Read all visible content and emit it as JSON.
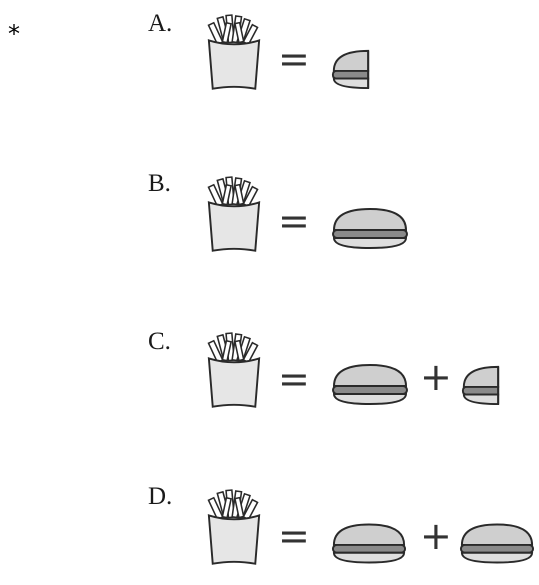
{
  "header": {
    "marker": "*"
  },
  "options": [
    {
      "label": "A.",
      "equals": "=",
      "plus": ""
    },
    {
      "label": "B.",
      "equals": "=",
      "plus": ""
    },
    {
      "label": "C.",
      "equals": "=",
      "plus": "+"
    },
    {
      "label": "D.",
      "equals": "=",
      "plus": "+"
    }
  ],
  "icons": {
    "fries": "fries-icon",
    "burger": "hamburger-icon",
    "half_burger": "half-hamburger-icon"
  },
  "colors": {
    "outline": "#2a2a2a",
    "container": "#e6e6e6",
    "bun": "#cfcfcf",
    "patty": "#8a8a8a"
  }
}
